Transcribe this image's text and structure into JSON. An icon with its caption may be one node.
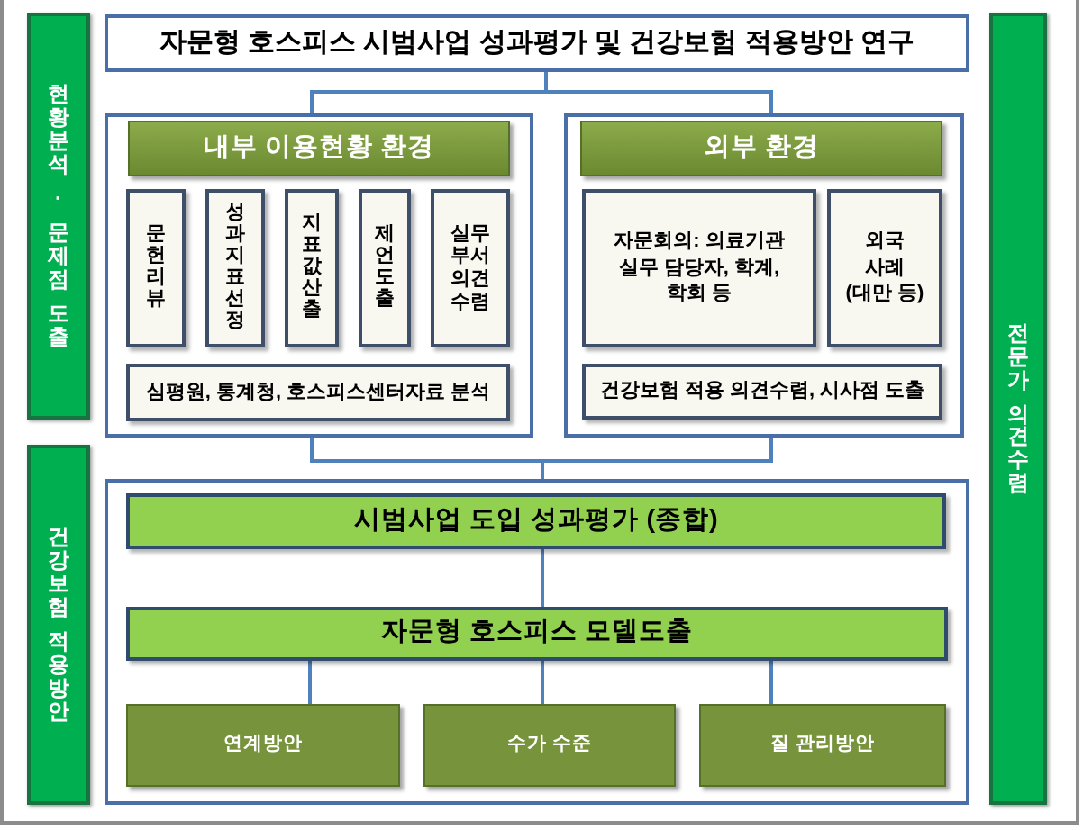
{
  "diagram": {
    "nodes": [
      {
        "text": [
          "자문형 호스피스 시범사업 성과평가 및 건강보험 적용방안 연구"
        ]
      },
      {
        "text": [
          "현황분석 · 문제점 도출"
        ]
      },
      {
        "text": [
          "건강보험 적용방안"
        ]
      },
      {
        "text": [
          "전문가 의견수렴"
        ]
      },
      {
        "text": [],
        "shape": "box"
      },
      {
        "text": [
          "내부 이용현황 환경"
        ],
        "in": 4
      },
      {
        "text": [
          "문헌리뷰"
        ],
        "in": 4
      },
      {
        "text": [
          "성과지표선정"
        ],
        "in": 4
      },
      {
        "text": [
          "지표값산출"
        ],
        "in": 4
      },
      {
        "text": [
          "제언도출"
        ],
        "in": 4
      },
      {
        "text": [
          "실무부서의견수렴"
        ],
        "in": 4
      },
      {
        "text": [
          "심평원, 통계청, 호스피스센터자료 분석"
        ],
        "in": 4
      },
      {
        "text": [],
        "shape": "box"
      },
      {
        "text": [
          "외부 환경"
        ],
        "in": 12
      },
      {
        "text": [
          "자문회의: 의료기관 실무 담당자, 학계, 학회 등"
        ],
        "in": 12
      },
      {
        "text": [
          "외국 사례 (대만 등)"
        ],
        "in": 12
      },
      {
        "text": [
          "건강보험 적용 의견수렴, 시사점 도출"
        ],
        "in": 12
      },
      {
        "text": [],
        "shape": "box"
      },
      {
        "text": [
          "시범사업 도입 성과평가 (종합)"
        ],
        "in": 17
      },
      {
        "text": [
          "자문형 호스피스 모델도출"
        ],
        "in": 17
      },
      {
        "text": [
          "연계방안"
        ],
        "in": 17
      },
      {
        "text": [
          "수가 수준"
        ],
        "in": 17
      },
      {
        "text": [
          "질 관리방안"
        ],
        "in": 17
      }
    ],
    "edges": [
      {
        "from": 0,
        "to": 4,
        "arrow": "none"
      },
      {
        "from": 0,
        "to": 12,
        "arrow": "none"
      },
      {
        "from": 4,
        "to": 17,
        "arrow": "none"
      },
      {
        "from": 12,
        "to": 17,
        "arrow": "none"
      },
      {
        "from": 18,
        "to": 19,
        "arrow": "none"
      },
      {
        "from": 19,
        "to": 20,
        "arrow": "none"
      },
      {
        "from": 19,
        "to": 21,
        "arrow": "none"
      },
      {
        "from": 19,
        "to": 22,
        "arrow": "none"
      }
    ]
  }
}
